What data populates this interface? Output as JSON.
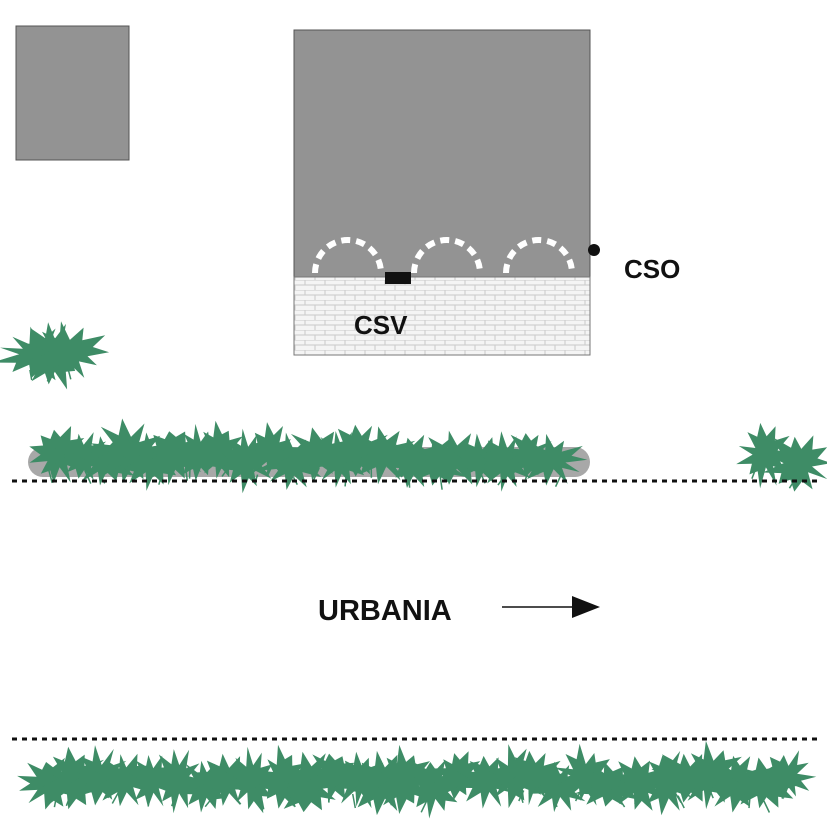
{
  "labels": {
    "cso": "CSO",
    "csv": "CSV",
    "urbania": "URBANIA"
  },
  "colors": {
    "building_fill": "#939393",
    "building_stroke": "#555555",
    "vegetation": "#3e8c66",
    "hedge_shadow": "#a8a8a8",
    "brick_fill": "#f4f4f4",
    "brick_line": "#c9c9c9",
    "dashed_line": "#111111",
    "arch": "#ffffff"
  },
  "icons": {
    "direction": "right-arrow-icon",
    "cso_marker": "dot-icon",
    "csv_marker": "rectangle-marker-icon"
  }
}
